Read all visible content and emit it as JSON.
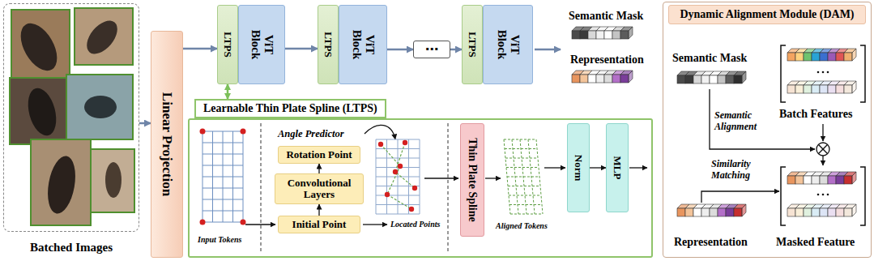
{
  "diagram": {
    "nodes": [
      {
        "text": [
          "Batched Images"
        ]
      },
      {
        "text": [
          "Linear Projection"
        ]
      },
      {
        "text": [
          "LTPS"
        ]
      },
      {
        "text": [
          "ViT Block"
        ]
      },
      {
        "text": [
          "LTPS"
        ]
      },
      {
        "text": [
          "ViT Block"
        ]
      },
      {
        "text": [
          "⋯"
        ]
      },
      {
        "text": [
          "LTPS"
        ]
      },
      {
        "text": [
          "ViT Block"
        ]
      },
      {
        "text": [
          "Learnable Thin Plate Spline (LTPS)"
        ]
      },
      {
        "text": [
          "Rotation Point"
        ],
        "in": 9
      },
      {
        "text": [
          "Convolutional Layers"
        ],
        "in": 9
      },
      {
        "text": [
          "Initial Point"
        ],
        "in": 9
      },
      {
        "text": [
          "Thin Plate Spline"
        ],
        "in": 9
      },
      {
        "text": [
          "Norm"
        ],
        "in": 9
      },
      {
        "text": [
          "MLP"
        ],
        "in": 9
      },
      {
        "text": [
          "Dynamic Alignment Module (DAM)"
        ]
      }
    ],
    "edges": [
      {
        "from": 0,
        "to": 1,
        "arrow": "to"
      },
      {
        "from": 1,
        "to": 2,
        "arrow": "to"
      },
      {
        "from": 3,
        "to": 4,
        "arrow": "to"
      },
      {
        "from": 5,
        "to": 6,
        "arrow": "to"
      },
      {
        "from": 6,
        "to": 7,
        "arrow": "to"
      },
      {
        "from": 2,
        "to": 9,
        "arrow": "both"
      },
      {
        "from": 12,
        "to": 11,
        "arrow": "to"
      },
      {
        "from": 11,
        "to": 10,
        "arrow": "to"
      },
      {
        "from": 14,
        "to": 15,
        "arrow": "to"
      }
    ],
    "labels": [
      "Semantic Mask",
      "Representation",
      "Input Tokens",
      "Angle Predictor",
      "Located Points",
      "Aligned Tokens",
      "Semantic Mask",
      "Batch Features",
      "Semantic Alignment",
      "Similarity Matching",
      "Representation",
      "Masked Feature"
    ]
  }
}
